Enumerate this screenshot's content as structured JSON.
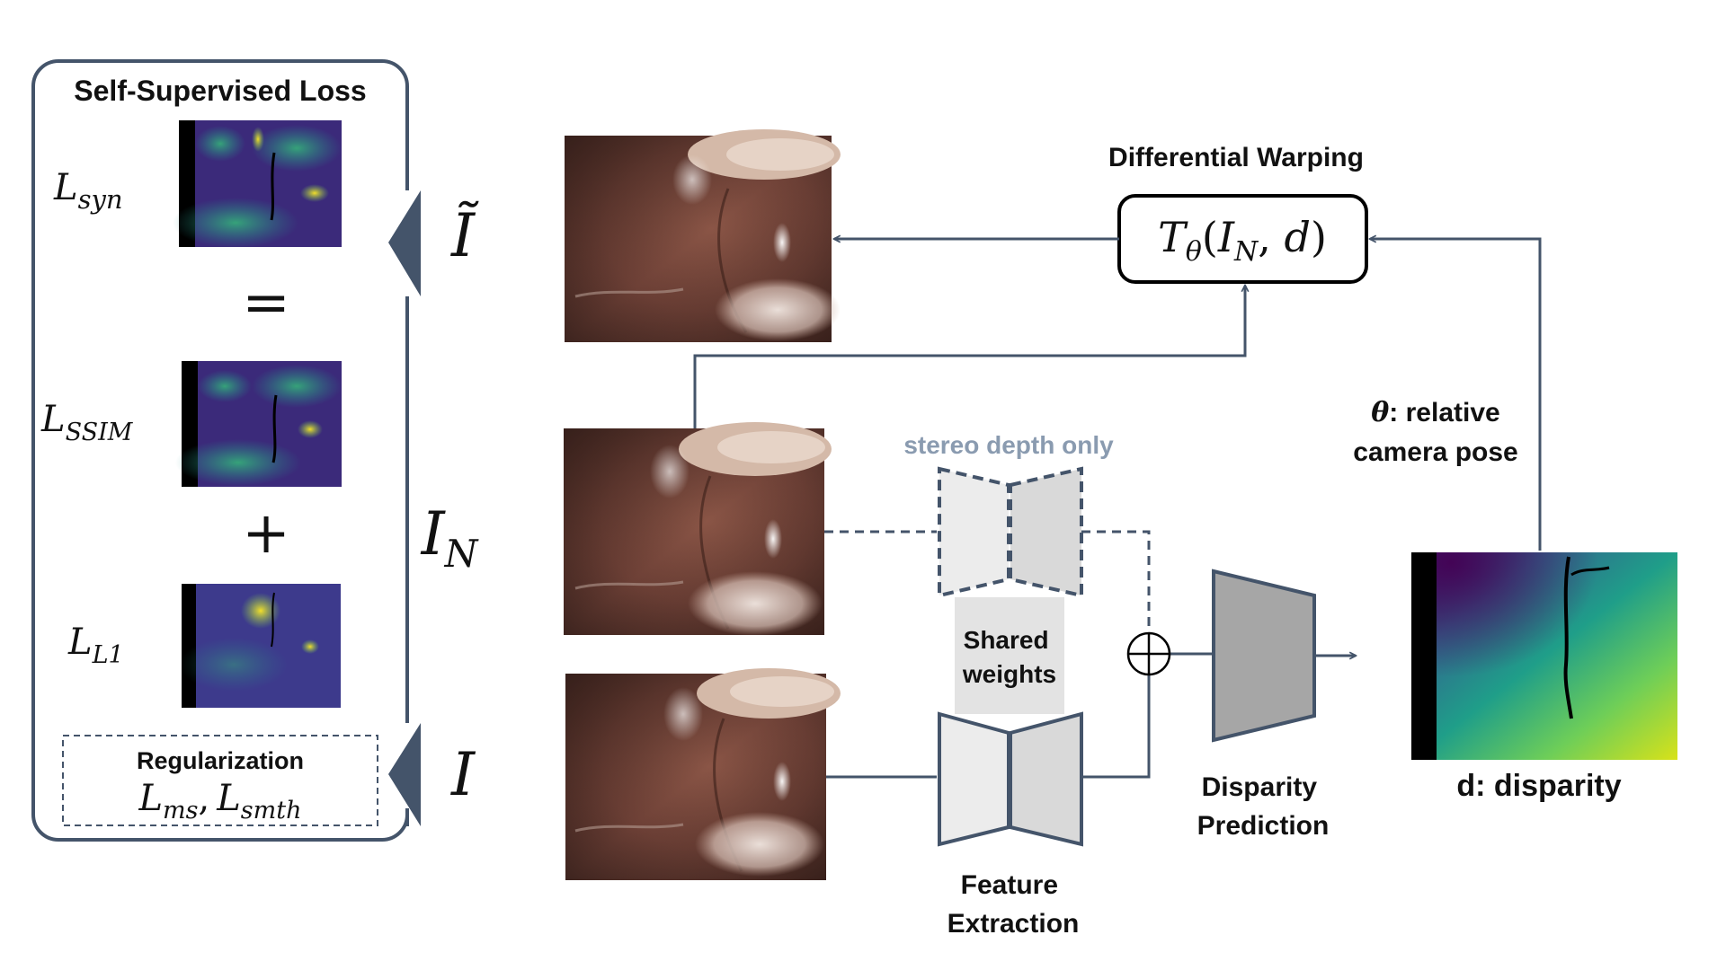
{
  "loss_panel": {
    "title": "Self-Supervised Loss",
    "l_syn": {
      "base": "L",
      "sub": "syn"
    },
    "equals": "=",
    "l_ssim": {
      "base": "L",
      "sub": "SSIM"
    },
    "plus": "+",
    "l_l1": {
      "base": "L",
      "sub": "L1"
    },
    "regularization": {
      "title": "Regularization",
      "ms": {
        "base": "L",
        "sub": "ms"
      },
      "comma": ",",
      "smth": {
        "base": "L",
        "sub": "smth"
      }
    }
  },
  "symbols": {
    "i_tilde": "Ĩ",
    "i_n": {
      "base": "I",
      "sub": "N"
    },
    "i": "I"
  },
  "warping": {
    "title": "Differential Warping",
    "formula": {
      "t": "T",
      "theta": "θ",
      "open": "(",
      "i": "I",
      "n": "N",
      "sep": ", ",
      "d": "d",
      "close": ")"
    }
  },
  "pose": {
    "theta": "θ",
    "line1_rest": ": relative",
    "line2": "camera pose"
  },
  "stereo_note": "stereo depth only",
  "shared_weights": {
    "line1": "Shared",
    "line2": "weights"
  },
  "feature_extraction": {
    "line1": "Feature",
    "line2": "Extraction"
  },
  "disparity_prediction": {
    "line1": "Disparity",
    "line2": "Prediction"
  },
  "disparity_label": "d: disparity",
  "colors": {
    "panel_border": "#44546a",
    "arrow": "#44546a",
    "stereo_text": "#8a9bb0",
    "tissue": "#6b4035",
    "viridis_dark": "#440154",
    "viridis_mid": "#21918c",
    "viridis_light": "#bddf26"
  }
}
